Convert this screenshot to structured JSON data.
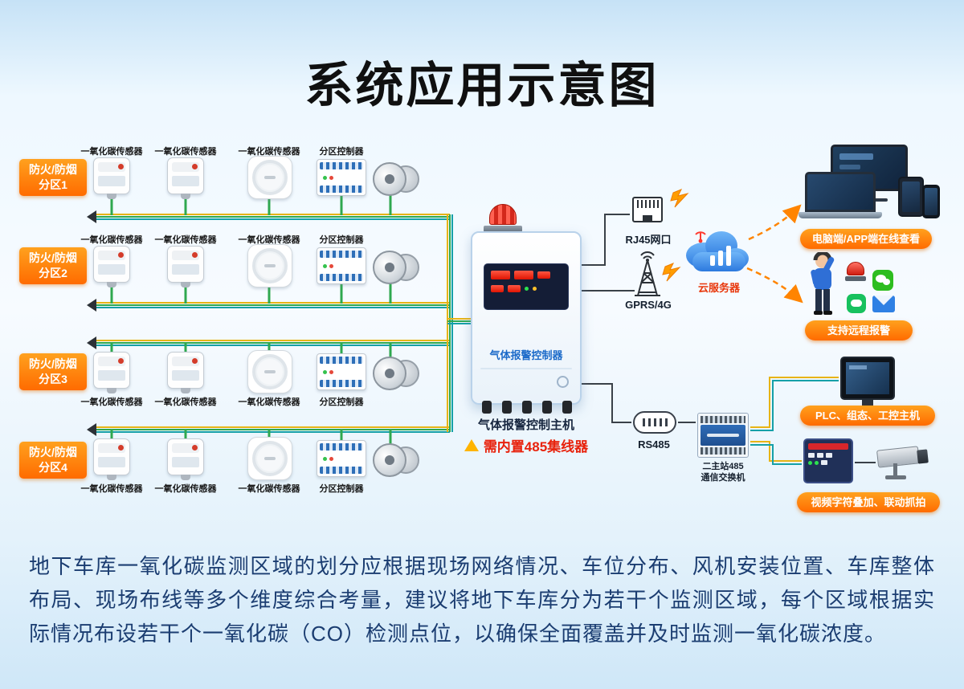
{
  "title": "系统应用示意图",
  "zones": [
    {
      "line1": "防火/防烟",
      "line2": "分区1"
    },
    {
      "line1": "防火/防烟",
      "line2": "分区2"
    },
    {
      "line1": "防火/防烟",
      "line2": "分区3"
    },
    {
      "line1": "防火/防烟",
      "line2": "分区4"
    }
  ],
  "labels": {
    "co_sensor": "一氧化碳传感器",
    "zone_controller": "分区控制器"
  },
  "controller": {
    "screen_title": "气体报警控制器",
    "host_label": "气体报警控制主机",
    "warning": "需内置485集线器"
  },
  "network": {
    "rj45": "RJ45网口",
    "gprs": "GPRS/4G",
    "cloud": "云服务器",
    "rs485": "RS485",
    "switch_line1": "二主站485",
    "switch_line2": "通信交换机"
  },
  "badges": {
    "pc_app": "电脑端/APP端在线查看",
    "remote_alarm": "支持远程报警",
    "plc": "PLC、组态、工控主机",
    "video": "视频字符叠加、联动抓拍"
  },
  "footer": {
    "text": "地下车库一氧化碳监测区域的划分应根据现场网络情况、车位分布、风机安装位置、车库整体布局、现场布线等多个维度综合考量，建议将地下车库分为若干个监测区域，每个区域根据实际情况布设若干个一氧化碳（CO）检测点位，以确保全面覆盖并及时监测一氧化碳浓度。"
  },
  "colors": {
    "badge_orange_start": "#ffa11e",
    "badge_orange_end": "#ff6b00",
    "alert_red": "#e8220c",
    "cloud_blue": "#2c79de",
    "wire_yellow": "#e7b416",
    "wire_green": "#2fa84f",
    "wire_teal": "#15a0a8",
    "panel_blue_text": "#1b6ac9",
    "footer_text": "#1b3d71"
  },
  "icons": {
    "warning-icon": "yellow triangle",
    "lightning-icon": "orange bolt",
    "cloud-icon": "blue cloud with signal bars",
    "rj45-icon": "ethernet port outline",
    "antenna-tower-icon": "lattice antenna tower",
    "rs485-icon": "serial pill connector",
    "camera-icon": "cctv camera",
    "person-icon": "standing person",
    "wechat-icon": "green chat app",
    "chat-icon": "green message bubble",
    "mail-icon": "blue envelope",
    "alarm-icon": "red beacon light",
    "fan-icon": "duct fan double circle"
  }
}
